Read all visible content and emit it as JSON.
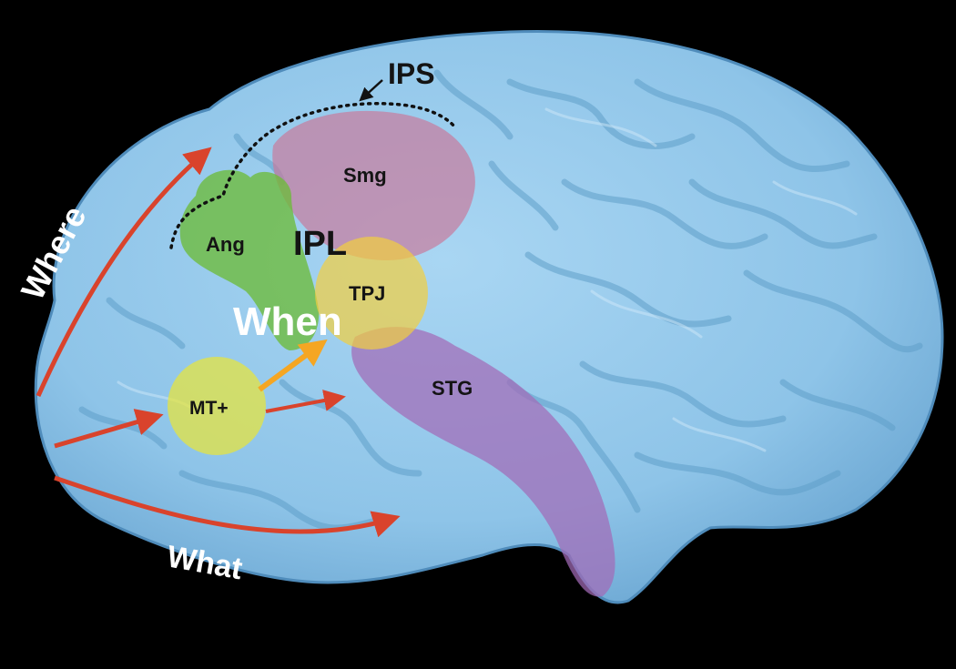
{
  "labels": {
    "ips": "IPS",
    "smg": "Smg",
    "ang": "Ang",
    "ipl": "IPL",
    "tpj": "TPJ",
    "when": "When",
    "mt": "MT+",
    "stg": "STG",
    "where": "Where",
    "what": "What"
  },
  "colors": {
    "background": "#000000",
    "brain": "#8ec4e8",
    "smg_region": "#c77b9c",
    "ang_region": "#6dbb3a",
    "tpj_region": "#f2cf3f",
    "mt_region": "#e8e43a",
    "stg_region": "#a26bb7",
    "stream_arrows": "#d9432c",
    "when_arrow": "#f5a623"
  }
}
